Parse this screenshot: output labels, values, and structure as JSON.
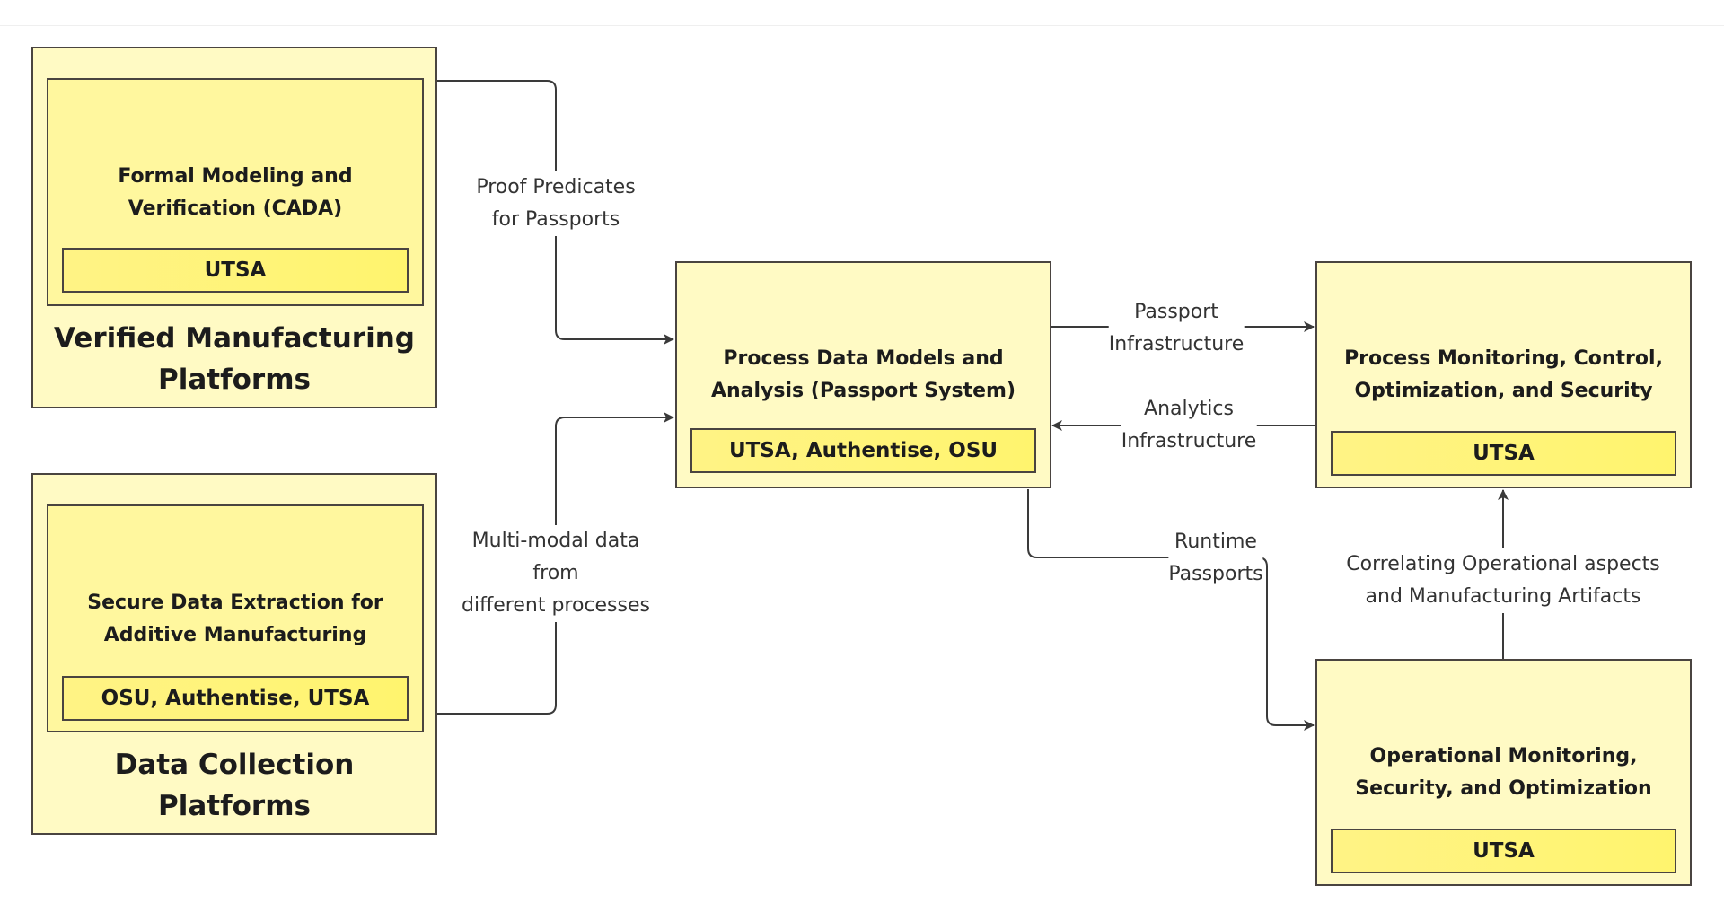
{
  "colors": {
    "outer_fill": "#fffac4",
    "inner_fill": "#fff79e",
    "badge_fill": "#fff46e",
    "border": "#4a4440",
    "connector": "#3a3a3a",
    "label_text": "#333333",
    "title_text": "#1c1c1c"
  },
  "platforms": [
    {
      "title_lines": [
        "Verified Manufacturing",
        "Platforms"
      ],
      "component": {
        "title_lines": [
          "Formal Modeling and",
          "Verification (CADA)"
        ],
        "partners": "UTSA"
      }
    },
    {
      "title_lines": [
        "Data Collection",
        "Platforms"
      ],
      "component": {
        "title_lines": [
          "Secure Data Extraction for",
          "Additive Manufacturing"
        ],
        "partners": "OSU, Authentise, UTSA"
      }
    }
  ],
  "nodes": {
    "passport_system": {
      "title_lines": [
        "Process Data Models and",
        "Analysis (Passport System)"
      ],
      "partners": "UTSA, Authentise, OSU"
    },
    "process_monitoring": {
      "title_lines": [
        "Process Monitoring, Control,",
        "Optimization, and Security"
      ],
      "partners": "UTSA"
    },
    "operational_monitoring": {
      "title_lines": [
        "Operational Monitoring,",
        "Security, and Optimization"
      ],
      "partners": "UTSA"
    }
  },
  "edges": [
    {
      "from": "Verified Manufacturing Platforms",
      "to": "Process Data Models and Analysis (Passport System)",
      "label_lines": [
        "Proof Predicates",
        "for Passports"
      ]
    },
    {
      "from": "Data Collection Platforms",
      "to": "Process Data Models and Analysis (Passport System)",
      "label_lines": [
        "Multi-modal data",
        "from",
        "different processes"
      ]
    },
    {
      "from": "Process Data Models and Analysis (Passport System)",
      "to": "Process Monitoring, Control, Optimization, and Security",
      "label_lines": [
        "Passport",
        "Infrastructure"
      ]
    },
    {
      "from": "Process Monitoring, Control, Optimization, and Security",
      "to": "Process Data Models and Analysis (Passport System)",
      "label_lines": [
        "Analytics",
        "Infrastructure"
      ]
    },
    {
      "from": "Process Data Models and Analysis (Passport System)",
      "to": "Operational Monitoring, Security, and Optimization",
      "label_lines": [
        "Runtime",
        "Passports"
      ]
    },
    {
      "from": "Operational Monitoring, Security, and Optimization",
      "to": "Process Monitoring, Control, Optimization, and Security",
      "label_lines": [
        "Correlating Operational aspects",
        "and Manufacturing Artifacts"
      ]
    }
  ]
}
